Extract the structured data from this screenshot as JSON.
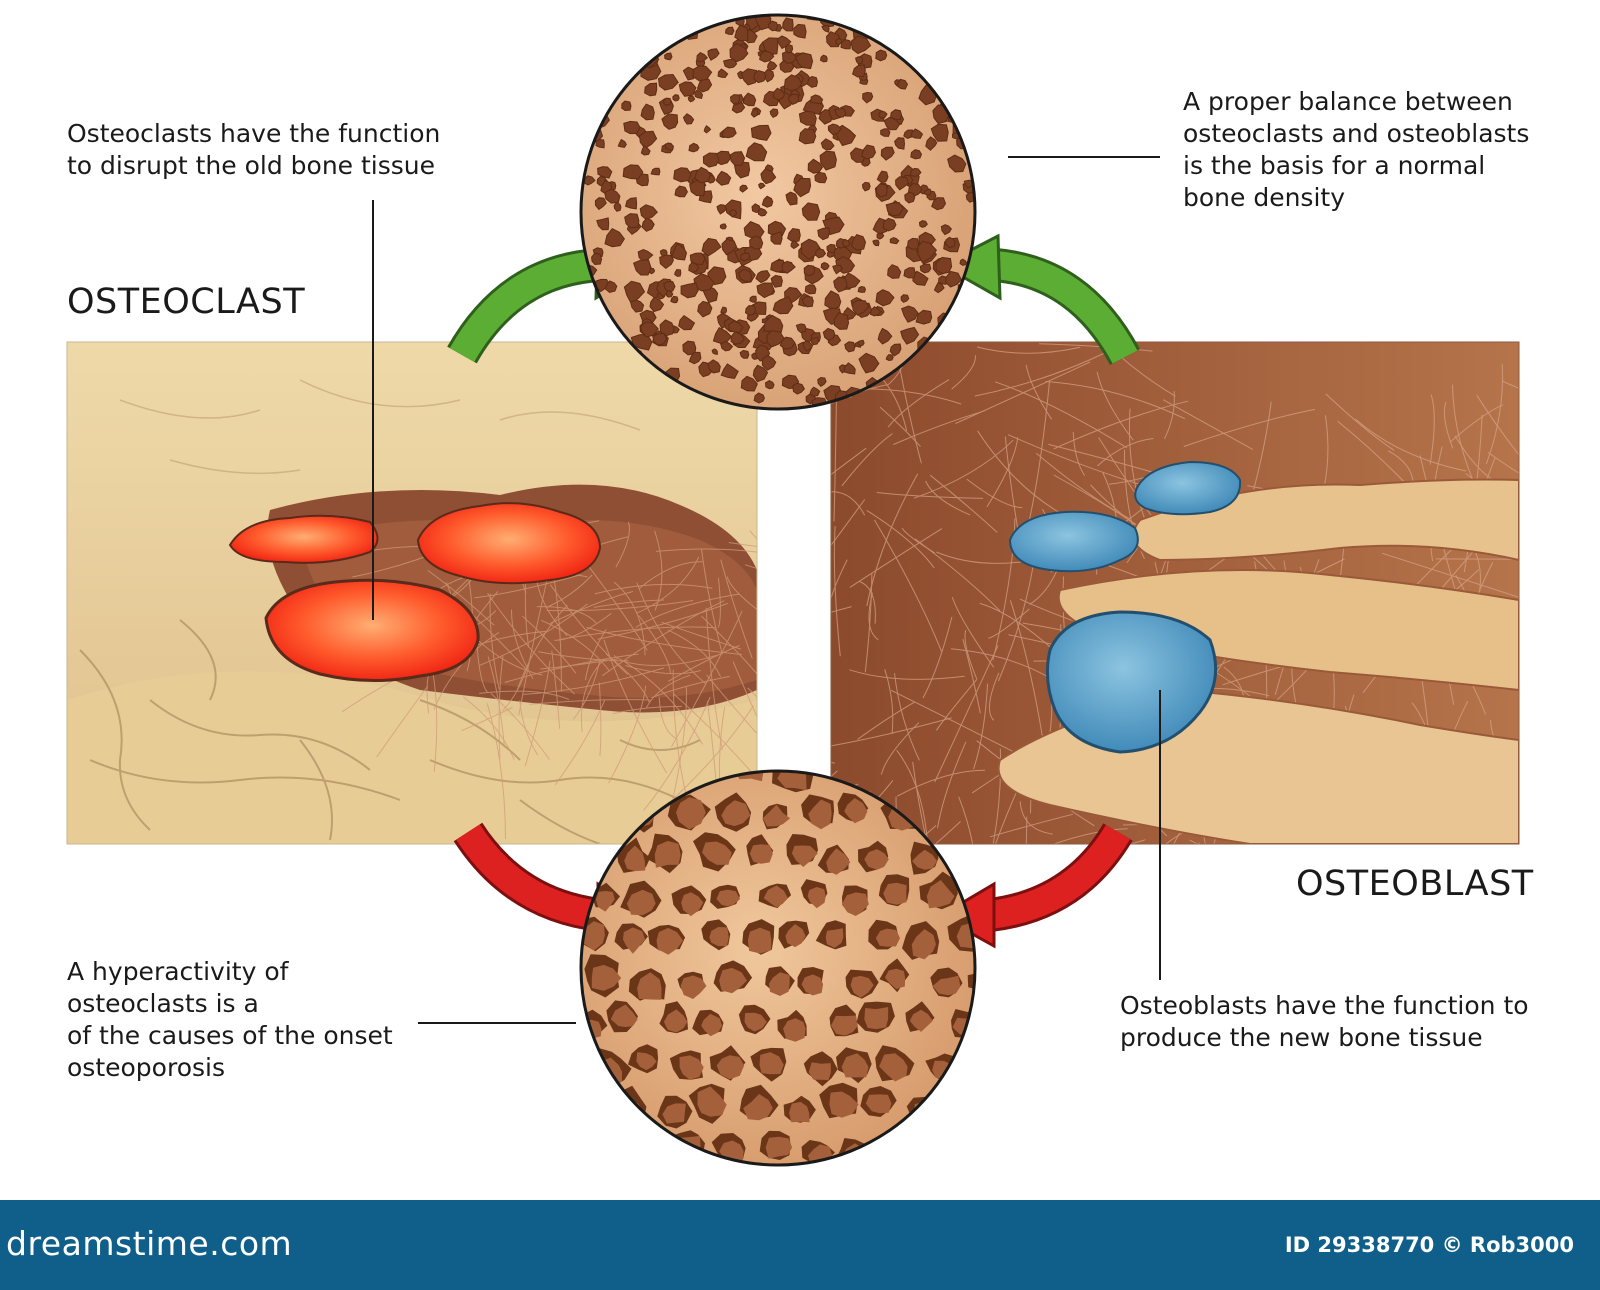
{
  "labels": {
    "osteoclast_heading": "OSTEOCLAST",
    "osteoblast_heading": "OSTEOBLAST"
  },
  "notes": {
    "osteoclast_function": [
      "Osteoclasts have the function",
      "to disrupt the old bone tissue"
    ],
    "balance": [
      "A proper balance between",
      "osteoclasts and osteoblasts",
      "is the basis for a normal",
      "bone density"
    ],
    "hyperactivity": [
      "A hyperactivity of",
      "osteoclasts is a",
      "of the causes of the onset",
      "osteoporosis"
    ],
    "osteoblast_function": [
      "Osteoblasts have the function to",
      "produce the new bone tissue"
    ]
  },
  "footer": {
    "brand": "dreamstime.com",
    "image_id": "ID 29338770 © Rob3000"
  },
  "colors": {
    "osteoclast_cell": "#ff3b1e",
    "osteoblast_cell": "#4a97c2",
    "formation_arrow": "#4e9a2a",
    "resorption_arrow": "#d51d1d",
    "footer_bar": "#0f5f8a"
  }
}
